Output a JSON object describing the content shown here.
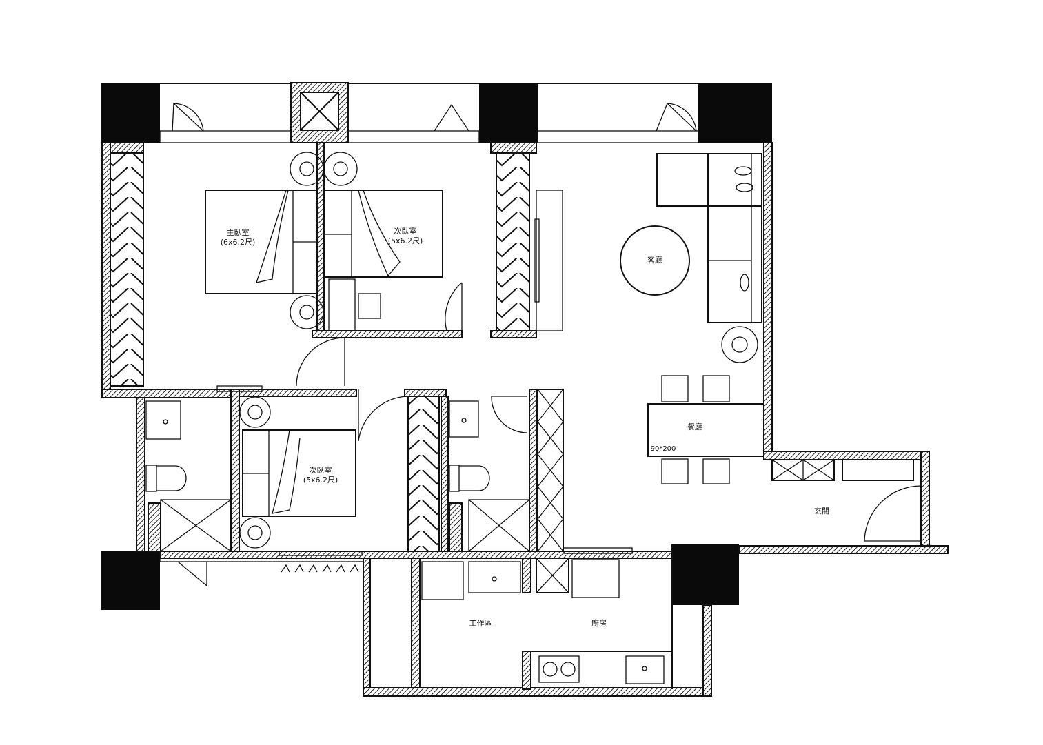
{
  "rooms": {
    "master_bedroom": {
      "name": "主臥室",
      "size": "(6x6.2尺)"
    },
    "second_bedroom_top": {
      "name": "次臥室",
      "size": "(5x6.2尺)"
    },
    "living_room": {
      "name": "客廳"
    },
    "dining_room": {
      "name": "餐廳",
      "table_size": "90*200"
    },
    "second_bedroom_bottom": {
      "name": "次臥室",
      "size": "(5x6.2尺)"
    },
    "entrance": {
      "name": "玄關"
    },
    "work_area": {
      "name": "工作區"
    },
    "kitchen": {
      "name": "廚房"
    }
  }
}
